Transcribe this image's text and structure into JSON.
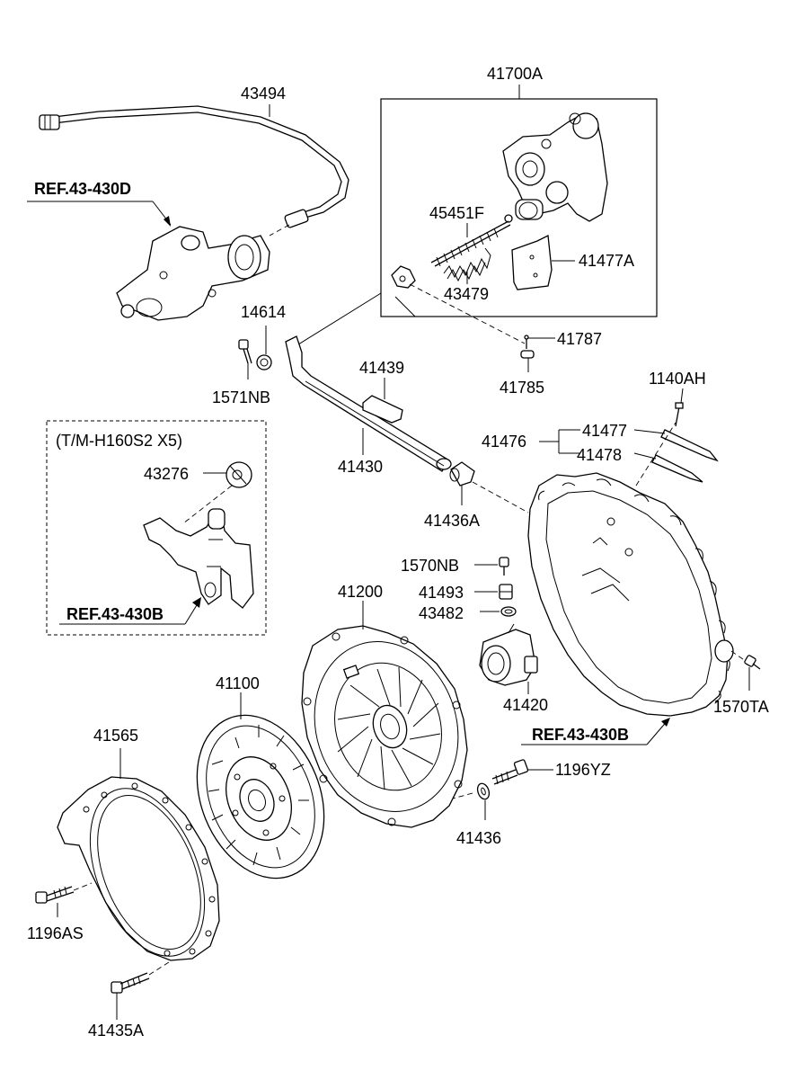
{
  "labels": {
    "p43494": "43494",
    "p41700A": "41700A",
    "p45451F": "45451F",
    "p41477A": "41477A",
    "p43479": "43479",
    "p14614": "14614",
    "p1571NB": "1571NB",
    "p41787": "41787",
    "p41785": "41785",
    "p41439": "41439",
    "p1140AH": "1140AH",
    "p41477": "41477",
    "p41476": "41476",
    "p41478": "41478",
    "p41430": "41430",
    "p41436A": "41436A",
    "p43276": "43276",
    "p1570NB": "1570NB",
    "p41200": "41200",
    "p41493": "41493",
    "p43482": "43482",
    "p41420": "41420",
    "p1570TA": "1570TA",
    "p41100": "41100",
    "p41565": "41565",
    "p1196YZ": "1196YZ",
    "p41436": "41436",
    "p1196AS": "1196AS",
    "p41435A": "41435A"
  },
  "refs": {
    "ref_top": "REF.43-430D",
    "ref_inset": "REF.43-430B",
    "ref_housing": "REF.43-430B"
  },
  "inset": {
    "title": "(T/M-H160S2 X5)"
  }
}
